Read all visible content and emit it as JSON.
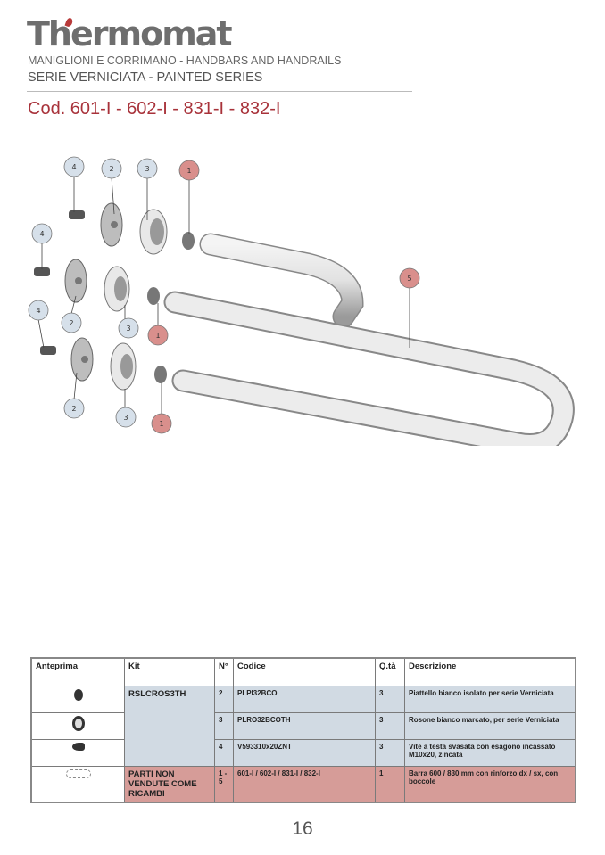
{
  "header": {
    "brand": "Thermomat",
    "subtitle_1": "MANIGLIONI E CORRIMANO - HANDBARS AND HANDRAILS",
    "subtitle_2": "SERIE VERNICIATA - PAINTED SERIES",
    "codes": "Cod. 601-I - 602-I - 831-I - 832-I"
  },
  "diagram": {
    "callouts": [
      {
        "label": "4",
        "kind": "kit"
      },
      {
        "label": "2",
        "kind": "kit"
      },
      {
        "label": "3",
        "kind": "kit"
      },
      {
        "label": "1",
        "kind": "not-sold"
      },
      {
        "label": "4",
        "kind": "kit"
      },
      {
        "label": "4",
        "kind": "kit"
      },
      {
        "label": "2",
        "kind": "kit"
      },
      {
        "label": "3",
        "kind": "kit"
      },
      {
        "label": "1",
        "kind": "not-sold"
      },
      {
        "label": "2",
        "kind": "kit"
      },
      {
        "label": "3",
        "kind": "kit"
      },
      {
        "label": "1",
        "kind": "not-sold"
      },
      {
        "label": "5",
        "kind": "not-sold"
      }
    ],
    "colors": {
      "kit": "#d6e0ea",
      "not_sold": "#d98f8c"
    }
  },
  "table": {
    "headers": [
      "Anteprima",
      "Kit",
      "N°",
      "Codice",
      "Q.tà",
      "Descrizione"
    ],
    "kit_name": "RSLCROS3TH",
    "rows": [
      {
        "preview": "plate-icon",
        "n": "2",
        "code": "PLPI32BCO",
        "qty": "3",
        "desc": "Piattello bianco isolato per serie Verniciata"
      },
      {
        "preview": "rosette-icon",
        "n": "3",
        "code": "PLRO32BCOTH",
        "qty": "3",
        "desc": "Rosone bianco marcato, per serie Verniciata"
      },
      {
        "preview": "screw-icon",
        "n": "4",
        "code": "V593310x20ZNT",
        "qty": "3",
        "desc": "Vite a testa svasata con esagono incassato M10x20, zincata"
      }
    ],
    "not_sold": {
      "preview": "bar-icon",
      "kit": "PARTI NON VENDUTE COME RICAMBI",
      "n": "1 - 5",
      "code": "601-I / 602-I / 831-I / 832-I",
      "qty": "1",
      "desc": "Barra 600 / 830 mm con rinforzo dx / sx, con boccole"
    }
  },
  "footer": {
    "page_number": "16"
  }
}
